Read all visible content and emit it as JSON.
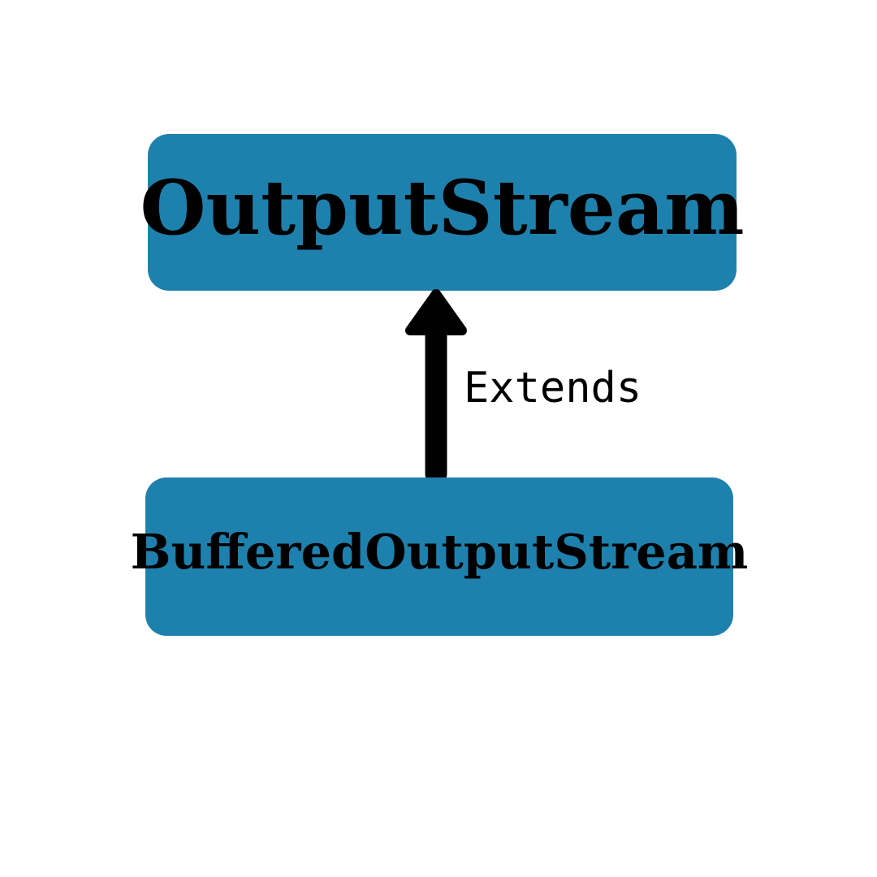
{
  "diagram": {
    "type": "class-inheritance",
    "nodes": [
      {
        "id": "parent",
        "label": "OutputStream"
      },
      {
        "id": "child",
        "label": "BufferedOutputStream"
      }
    ],
    "edge": {
      "from": "child",
      "to": "parent",
      "label": "Extends",
      "arrow_direction": "up"
    }
  },
  "colors": {
    "background": "#ffffff",
    "box_fill": "#1e81ad",
    "text": "#000000",
    "arrow": "#000000"
  }
}
